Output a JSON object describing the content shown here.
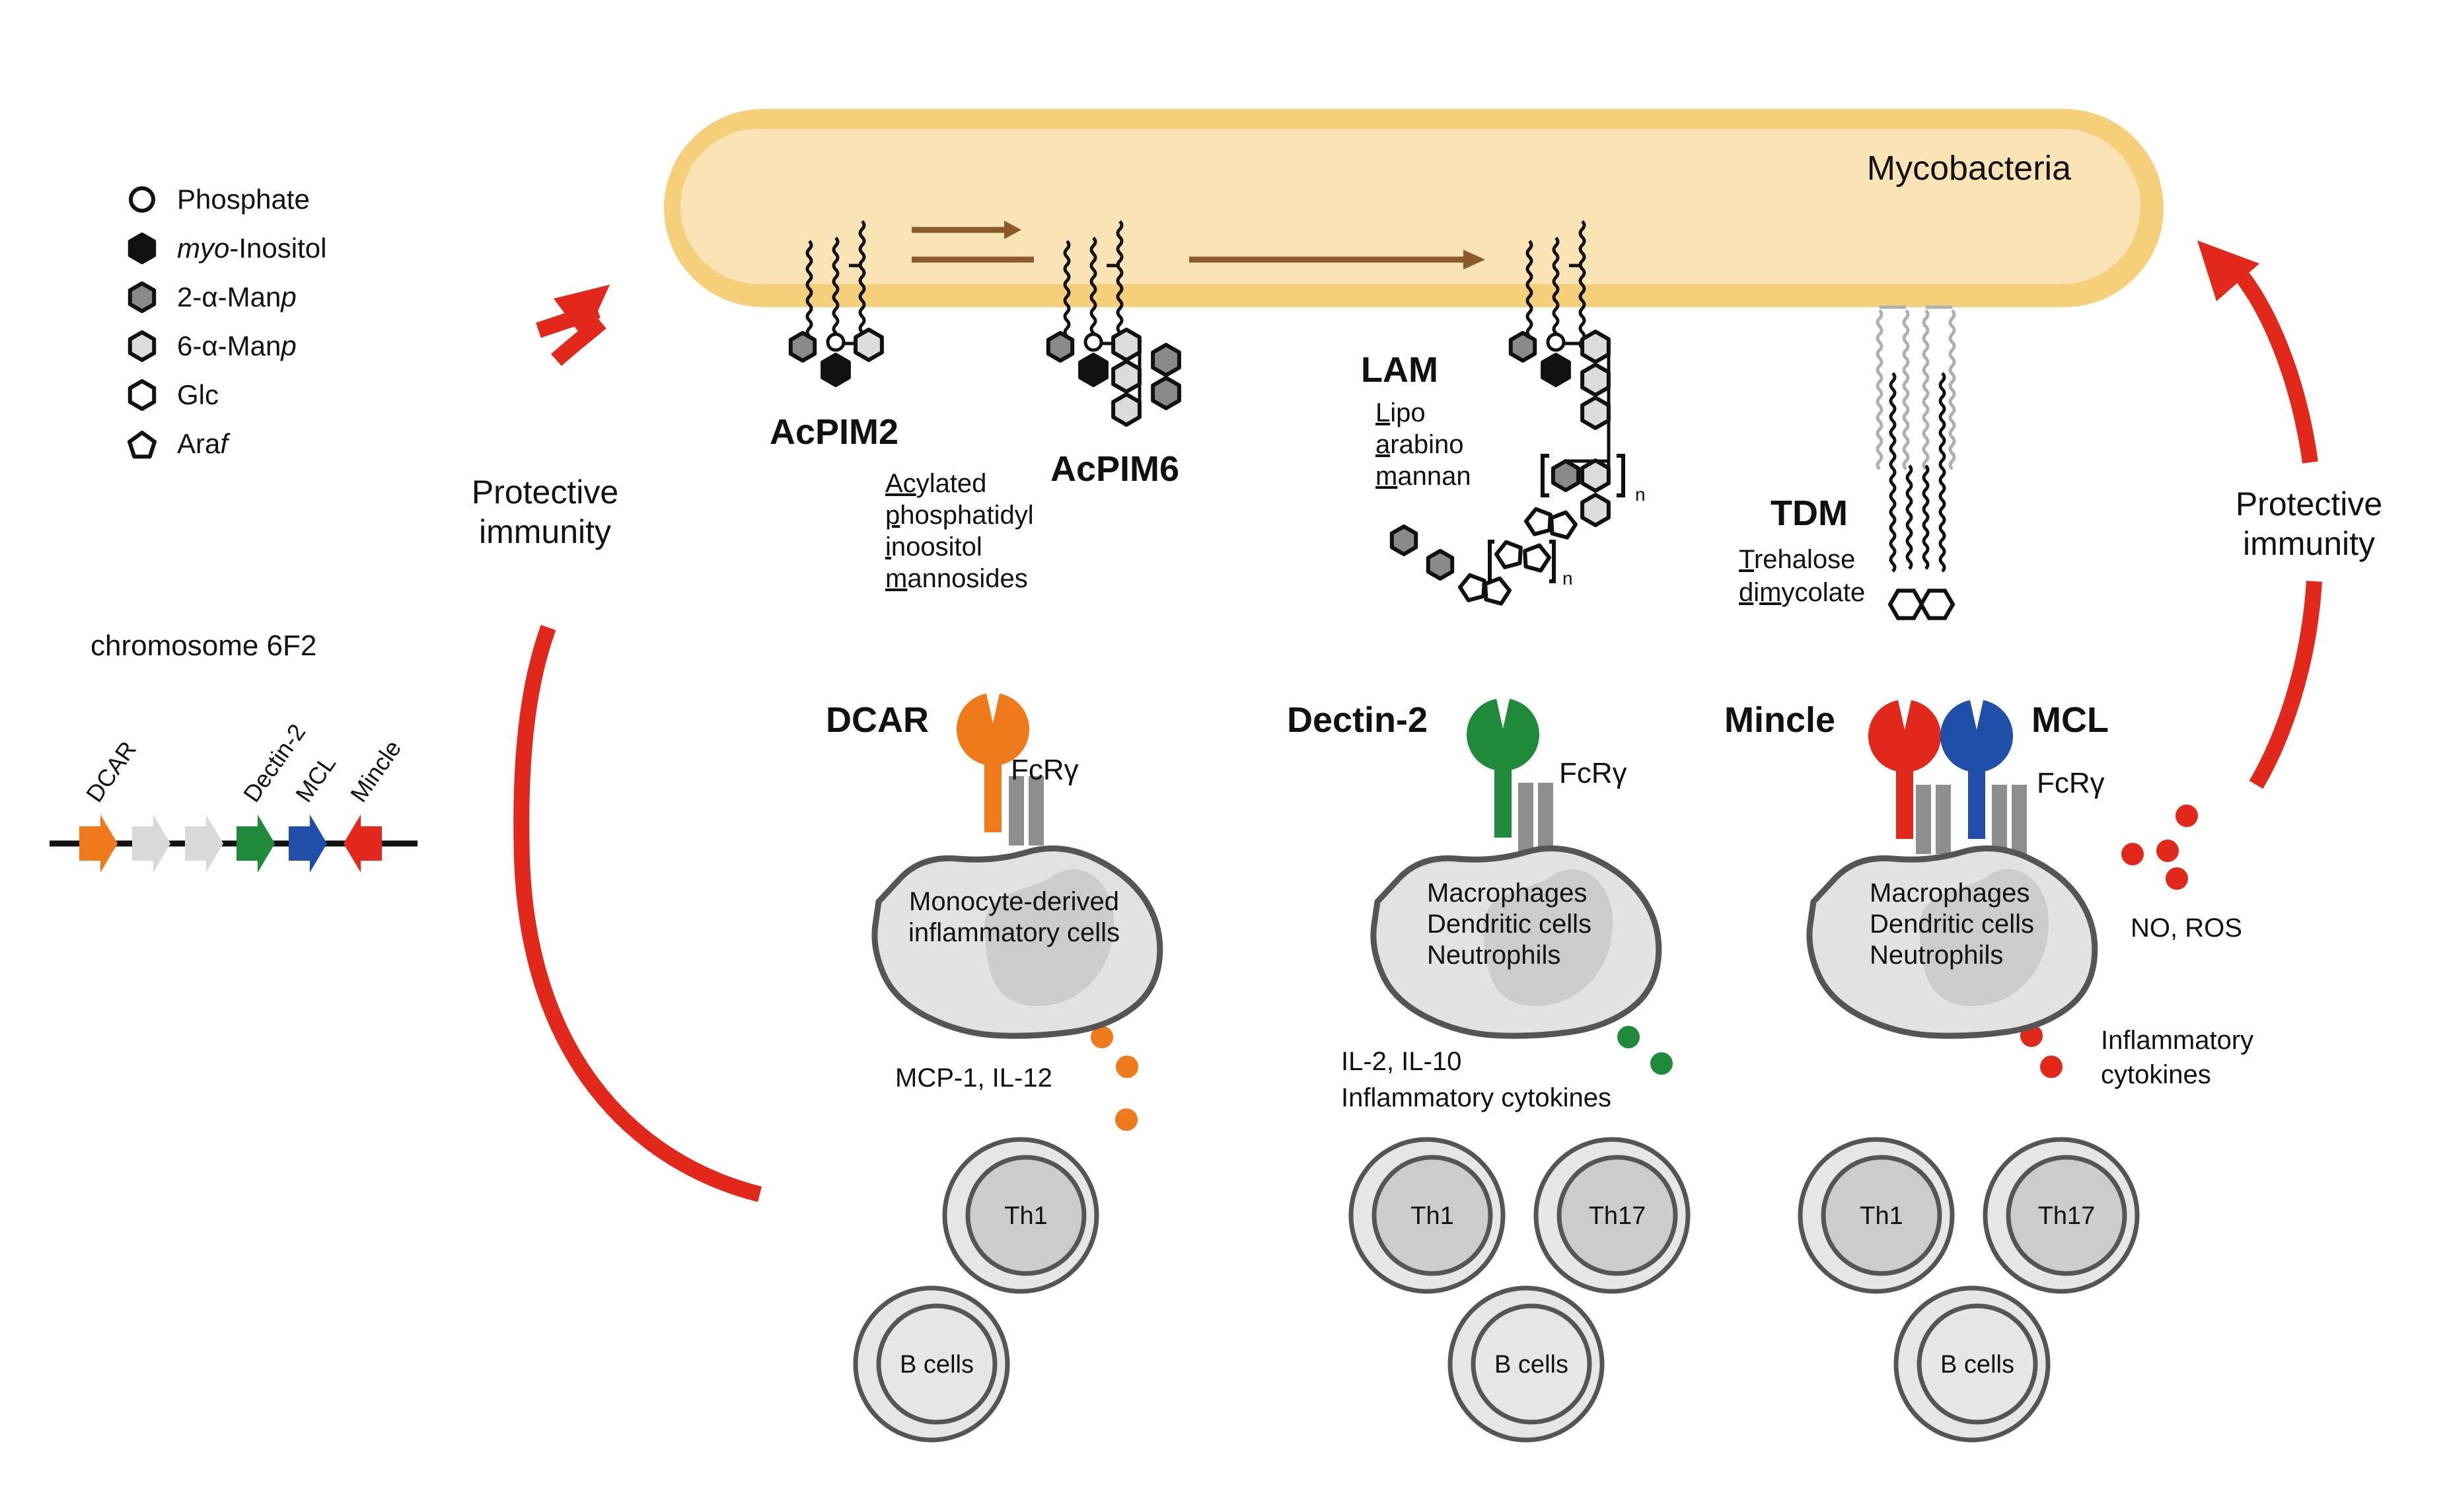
{
  "colors": {
    "bacterium_outer": "#F5CF7A",
    "bacterium_inner": "#FAE3B4",
    "pathway_arrow": "#8B5A2B",
    "immunity_arrow": "#E2281A",
    "dcar": "#EE7A1C",
    "dectin2": "#1E8A3A",
    "mincle": "#E2281A",
    "mcl": "#1F4FA8",
    "fcr": "#8E8E8E",
    "cell_fill": "#E2E2E2",
    "nucleus": "#CCCCCC",
    "cell_border": "#555555",
    "gray_gene": "#D9D9D9",
    "man2": "#8A8A8A",
    "man6": "#DCDCDC"
  },
  "legend": {
    "items": [
      {
        "symbol": "circle-open",
        "label": "Phosphate",
        "italic_prefix": "",
        "suffix_italic": ""
      },
      {
        "symbol": "hexagon-black",
        "label": "-Inositol",
        "italic_prefix": "myo",
        "suffix_italic": ""
      },
      {
        "symbol": "hexagon-dark-gray",
        "label": "2-α-Man",
        "italic_prefix": "",
        "suffix_italic": "p"
      },
      {
        "symbol": "hexagon-light-gray",
        "label": "6-α-Man",
        "italic_prefix": "",
        "suffix_italic": "p"
      },
      {
        "symbol": "hexagon-open",
        "label": "Glc",
        "italic_prefix": "",
        "suffix_italic": ""
      },
      {
        "symbol": "pentagon-open",
        "label": "Ara",
        "italic_prefix": "",
        "suffix_italic": "f"
      }
    ]
  },
  "chromosome": {
    "title": "chromosome 6F2",
    "genes": [
      {
        "name": "DCAR",
        "color": "#EE7A1C",
        "direction": "right",
        "labeled": true
      },
      {
        "name": "",
        "color": "#D9D9D9",
        "direction": "right",
        "labeled": false
      },
      {
        "name": "",
        "color": "#D9D9D9",
        "direction": "right",
        "labeled": false
      },
      {
        "name": "Dectin-2",
        "color": "#1E8A3A",
        "direction": "right",
        "labeled": true
      },
      {
        "name": "MCL",
        "color": "#1F4FA8",
        "direction": "right",
        "labeled": true
      },
      {
        "name": "Mincle",
        "color": "#E2281A",
        "direction": "left",
        "labeled": true
      }
    ]
  },
  "bacterium": {
    "label": "Mycobacteria"
  },
  "glycolipids": {
    "acpim2": {
      "name": "AcPIM2",
      "expansion": [
        {
          "u": "Ac",
          "rest": "ylated"
        },
        {
          "u": "p",
          "rest": "hosphatidyl"
        },
        {
          "u": "i",
          "rest": "noositol"
        },
        {
          "u": "m",
          "rest": "annosides"
        }
      ]
    },
    "acpim6": {
      "name": "AcPIM6"
    },
    "lam": {
      "name": "LAM",
      "expansion": [
        {
          "u": "L",
          "rest": "ipo"
        },
        {
          "u": "a",
          "rest": "rabino"
        },
        {
          "u": "m",
          "rest": "annan"
        }
      ],
      "repeat_subscript": "n"
    },
    "tdm": {
      "name": "TDM",
      "expansion": [
        {
          "u": "T",
          "rest": "rehalose"
        },
        {
          "u": "dim",
          "rest": "ycolate",
          "pre": "",
          "mixed": [
            {
              "t": "d",
              "u": true
            },
            {
              "t": "i",
              "u": false
            },
            {
              "t": "m",
              "u": true
            },
            {
              "t": "ycolate",
              "u": false
            }
          ]
        }
      ]
    }
  },
  "protective_immunity": {
    "left": [
      "Protective",
      "immunity"
    ],
    "right": [
      "Protective",
      "immunity"
    ]
  },
  "receptor_groups": [
    {
      "id": "dcar",
      "receptors": [
        "DCAR"
      ],
      "adaptor": "FcRγ",
      "cell_lines": [
        "Monocyte-derived",
        "inflammatory cells"
      ],
      "products": [
        "MCP-1, IL-12"
      ],
      "product_color": "#EE7A1C",
      "t_cells": [
        "Th1"
      ],
      "b_cells": "B cells"
    },
    {
      "id": "dectin2",
      "receptors": [
        "Dectin-2"
      ],
      "adaptor": "FcRγ",
      "cell_lines": [
        "Macrophages",
        "Dendritic cells",
        "Neutrophils"
      ],
      "products": [
        "IL-2, IL-10",
        "Inflammatory cytokines"
      ],
      "product_color": "#1E8A3A",
      "t_cells": [
        "Th1",
        "Th17"
      ],
      "b_cells": "B cells"
    },
    {
      "id": "mincle-mcl",
      "receptors": [
        "Mincle",
        "MCL"
      ],
      "adaptor": "FcRγ",
      "cell_lines": [
        "Macrophages",
        "Dendritic cells",
        "Neutrophils"
      ],
      "products": [
        "NO, ROS",
        "Inflammatory",
        "cytokines"
      ],
      "product_color": "#E2281A",
      "t_cells": [
        "Th1",
        "Th17"
      ],
      "b_cells": "B cells"
    }
  ]
}
